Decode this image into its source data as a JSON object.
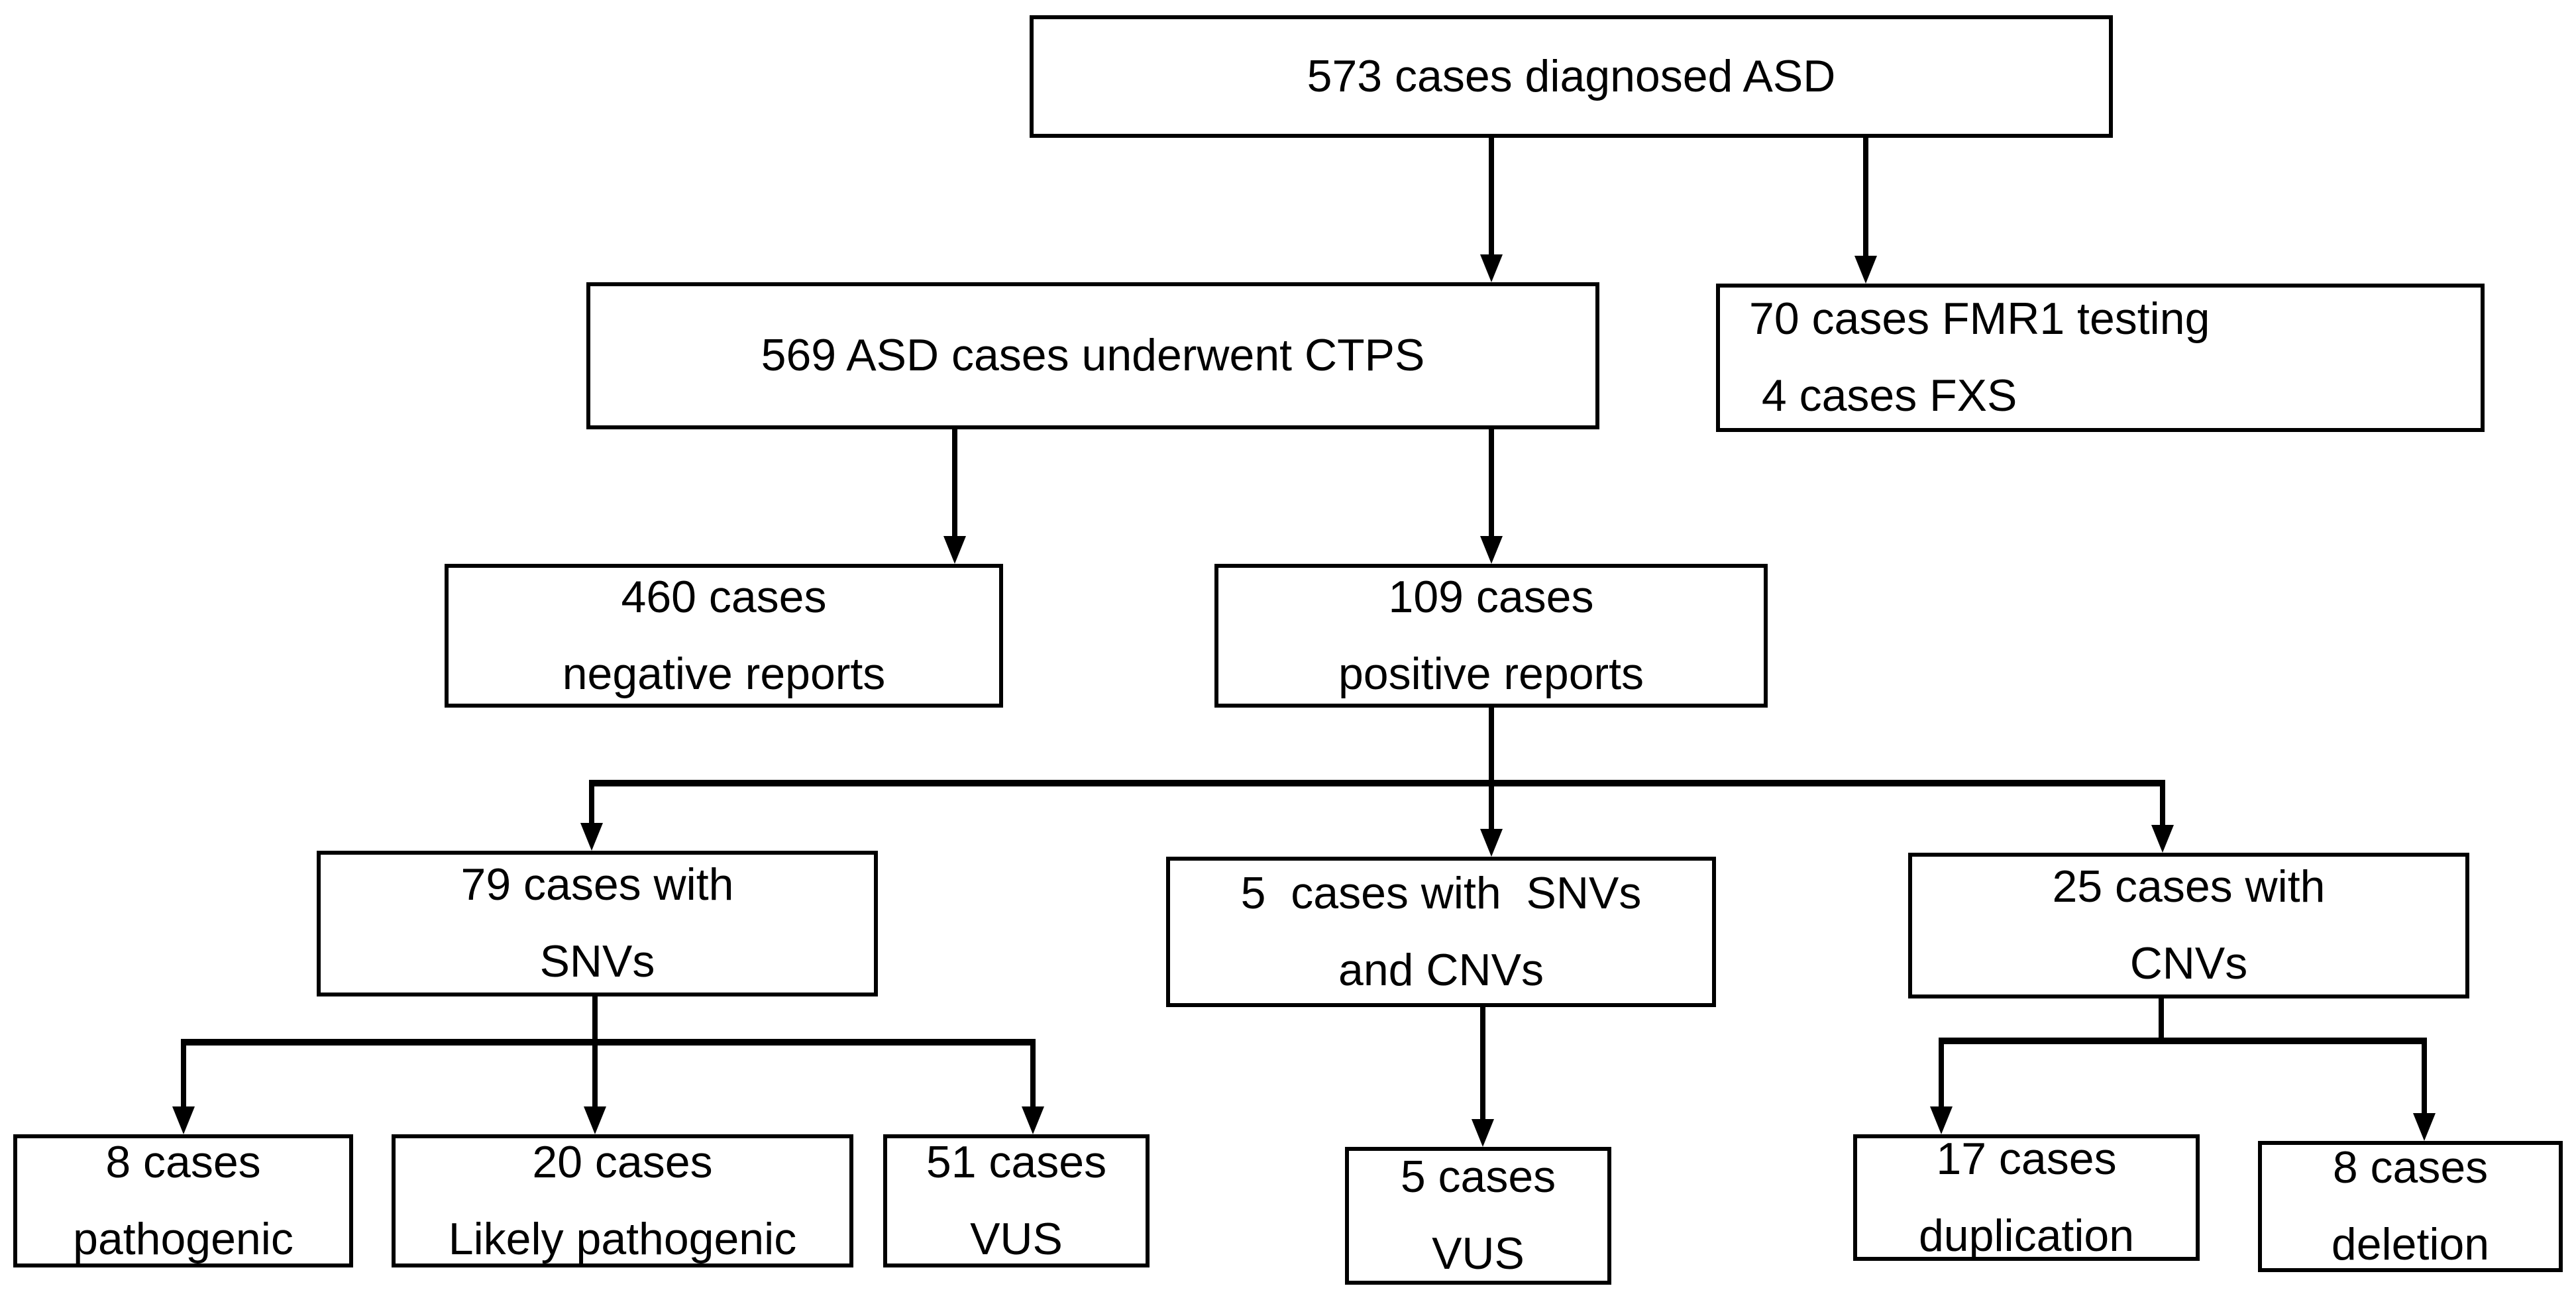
{
  "colors": {
    "background": "#ffffff",
    "box_border": "#000000",
    "text": "#000000",
    "connector": "#000000"
  },
  "diagram": {
    "nodes": {
      "asd_total": {
        "text": "573 cases diagnosed ASD"
      },
      "ctps": {
        "text": "569 ASD cases underwent CTPS"
      },
      "fmr1": {
        "text": "70 cases FMR1 testing\n 4 cases FXS"
      },
      "negative": {
        "text": "460 cases\nnegative reports"
      },
      "positive": {
        "text": "109 cases\npositive reports"
      },
      "snv": {
        "text": "79 cases with\nSNVs"
      },
      "snv_cnv": {
        "text": "5  cases with  SNVs\nand CNVs"
      },
      "cnv": {
        "text": "25 cases with\nCNVs"
      },
      "pathogenic": {
        "text": "8 cases\npathogenic"
      },
      "likely_pathogenic": {
        "text": "20 cases\nLikely pathogenic"
      },
      "snv_vus": {
        "text": "51 cases\nVUS"
      },
      "snv_cnv_vus": {
        "text": "5 cases\nVUS"
      },
      "duplication": {
        "text": "17 cases\nduplication"
      },
      "deletion": {
        "text": "8 cases\ndeletion"
      }
    },
    "edges": [
      {
        "from": "asd_total",
        "to": "ctps"
      },
      {
        "from": "asd_total",
        "to": "fmr1"
      },
      {
        "from": "ctps",
        "to": "negative"
      },
      {
        "from": "ctps",
        "to": "positive"
      },
      {
        "from": "positive",
        "to": "snv"
      },
      {
        "from": "positive",
        "to": "snv_cnv"
      },
      {
        "from": "positive",
        "to": "cnv"
      },
      {
        "from": "snv",
        "to": "pathogenic"
      },
      {
        "from": "snv",
        "to": "likely_pathogenic"
      },
      {
        "from": "snv",
        "to": "snv_vus"
      },
      {
        "from": "snv_cnv",
        "to": "snv_cnv_vus"
      },
      {
        "from": "cnv",
        "to": "duplication"
      },
      {
        "from": "cnv",
        "to": "deletion"
      }
    ]
  }
}
